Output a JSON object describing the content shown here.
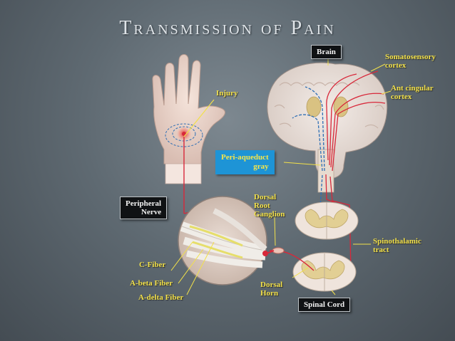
{
  "title": "Transmission of Pain",
  "labels": {
    "brain": "Brain",
    "somatosensory": [
      "Somatosensory",
      "cortex"
    ],
    "ant_cingular": [
      "Ant cingular",
      "cortex"
    ],
    "injury": "Injury",
    "peri_aqueduct": [
      "Peri-aqueduct",
      "gray"
    ],
    "peripheral_nerve": [
      "Peripheral",
      "Nerve"
    ],
    "dorsal_root_ganglion": [
      "Dorsal",
      "Root",
      "Ganglion"
    ],
    "spinothalamic": [
      "Spinothalamic",
      "tract"
    ],
    "c_fiber": "C-Fiber",
    "a_beta": "A-beta Fiber",
    "a_delta": "A-delta Fiber",
    "dorsal_horn": [
      "Dorsal",
      "Horn"
    ],
    "spinal_cord": "Spinal Cord"
  },
  "colors": {
    "label_yellow": "#f2e14a",
    "pathway_red": "#d8283a",
    "pathway_blue": "#2f6fb5",
    "callout_blue": "#1e94d6"
  },
  "icons": [
    "hand-illustration",
    "brain-illustration",
    "nerve-magnifier-illustration",
    "spinal-cord-section-illustration"
  ]
}
